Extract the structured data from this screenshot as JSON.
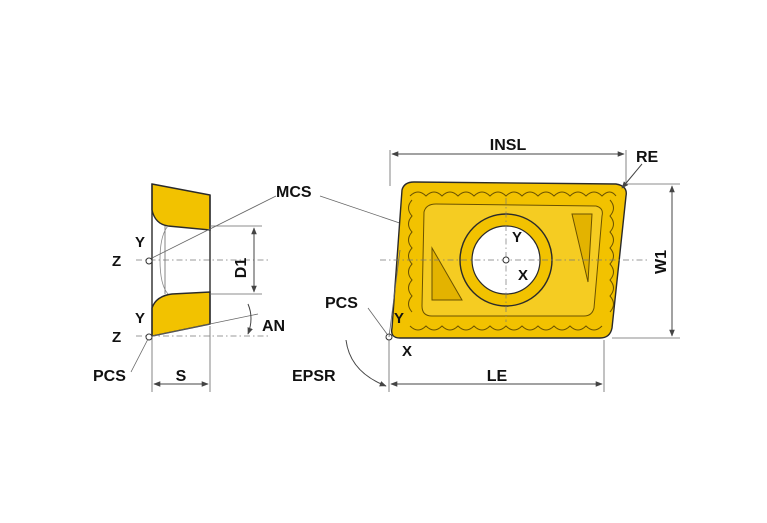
{
  "labels": {
    "mcs": "MCS",
    "insl": "INSL",
    "re": "RE",
    "w1": "W1",
    "d1": "D1",
    "an": "AN",
    "pcs_left": "PCS",
    "pcs_right": "PCS",
    "s": "S",
    "epsr": "EPSR",
    "le": "LE"
  },
  "axes": {
    "left_top_y": "Y",
    "left_top_z": "Z",
    "left_bottom_y": "Y",
    "left_bottom_z": "Z",
    "right_center_y": "Y",
    "right_center_x": "X",
    "right_pcs_y": "Y",
    "right_pcs_x": "X"
  },
  "colors": {
    "insert_fill": "#f2c200",
    "insert_fill_dark": "#d9a800",
    "outline": "#2a2a2a",
    "background": "#ffffff"
  }
}
